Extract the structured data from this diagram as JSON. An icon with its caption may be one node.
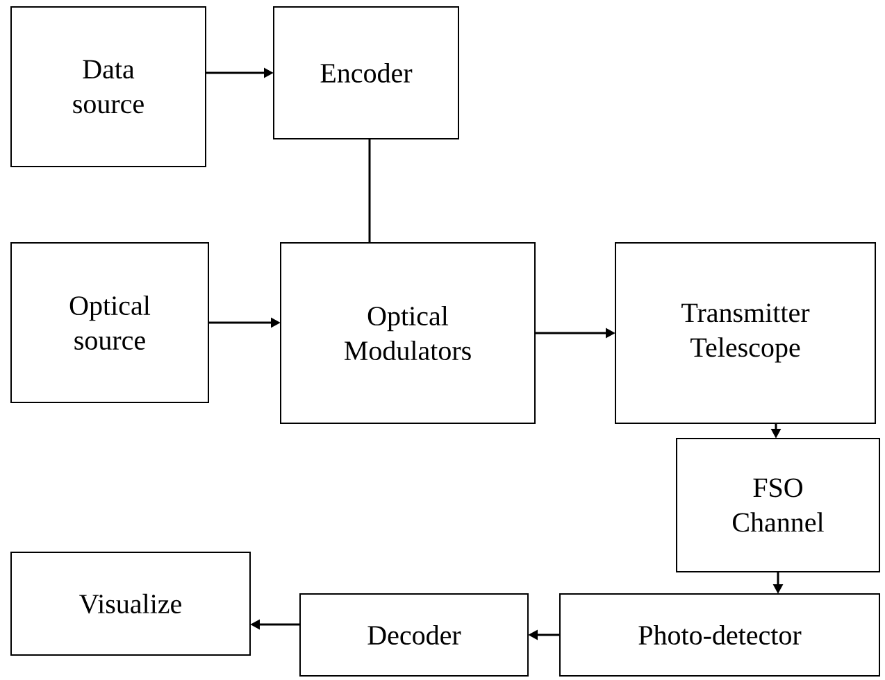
{
  "diagram": {
    "nodes": [
      {
        "text": [
          "Data source"
        ]
      },
      {
        "text": [
          "Encoder"
        ]
      },
      {
        "text": [
          "Optical source"
        ]
      },
      {
        "text": [
          "Optical Modulators"
        ]
      },
      {
        "text": [
          "Transmitter Telescope"
        ]
      },
      {
        "text": [
          "FSO Channel"
        ]
      },
      {
        "text": [
          "Photo-detector"
        ]
      },
      {
        "text": [
          "Decoder"
        ]
      },
      {
        "text": [
          "Visualize"
        ]
      }
    ],
    "edges": [
      {
        "from": 0,
        "to": 1,
        "arrow": "to"
      },
      {
        "from": 1,
        "to": 3,
        "arrow": "none"
      },
      {
        "from": 2,
        "to": 3,
        "arrow": "to"
      },
      {
        "from": 3,
        "to": 4,
        "arrow": "to"
      },
      {
        "from": 4,
        "to": 5,
        "arrow": "to"
      },
      {
        "from": 5,
        "to": 6,
        "arrow": "to"
      },
      {
        "from": 6,
        "to": 7,
        "arrow": "to"
      },
      {
        "from": 7,
        "to": 8,
        "arrow": "to"
      }
    ]
  }
}
